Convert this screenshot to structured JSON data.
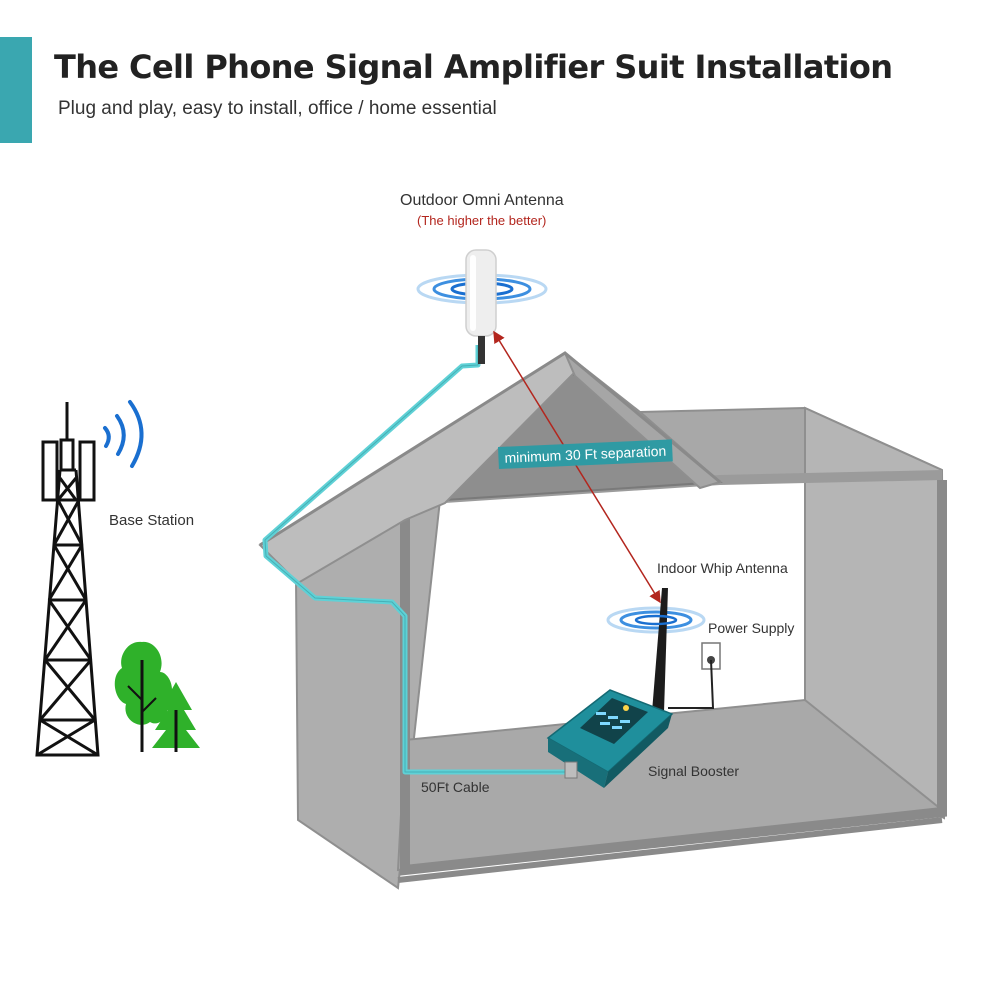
{
  "header": {
    "title": "The Cell Phone Signal Amplifier Suit Installation",
    "subtitle": "Plug and play, easy to install, office / home essential"
  },
  "labels": {
    "outdoor_antenna": "Outdoor Omni Antenna",
    "outdoor_antenna_note": "(The higher the better)",
    "base_station": "Base Station",
    "separation": "minimum 30 Ft separation",
    "indoor_antenna": "Indoor Whip Antenna",
    "power_supply": "Power Supply",
    "signal_booster": "Signal Booster",
    "cable": "50Ft Cable"
  },
  "colors": {
    "accent": "#3aa7b0",
    "cable": "#5fd1d6",
    "house": "#b3b3b3",
    "separation_arrow": "#b3261e",
    "signal_waves": "#1a6fd0",
    "trees": "#2fa52b"
  }
}
